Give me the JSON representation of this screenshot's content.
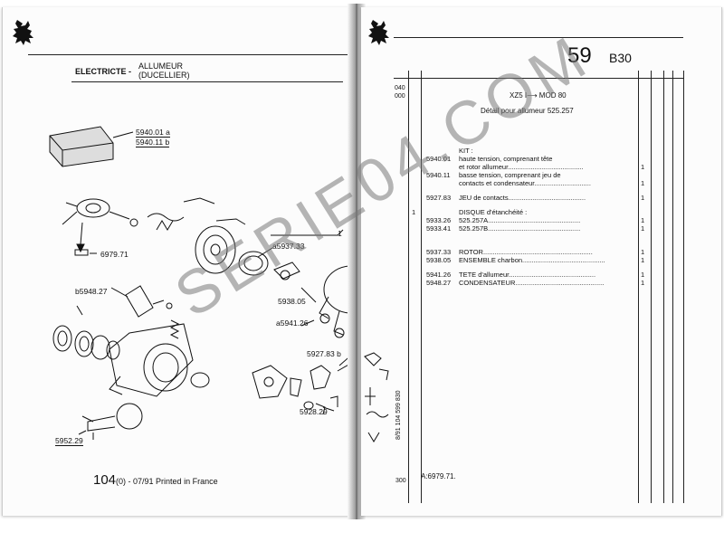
{
  "left_page": {
    "section": "ELECTRICTE -",
    "subtitle_line1": "ALLUMEUR",
    "subtitle_line2": "(DUCELLIER)",
    "callouts": {
      "c1": "5940.01 a",
      "c2": "5940.11 b",
      "c3": "a5937.33",
      "c4": "1",
      "c5": "6979.71",
      "c6": "b5948.27",
      "c7": "5938.05",
      "c8": "a5941.26",
      "c9": "5927.83 b",
      "c10": "5928.29",
      "c11": "5952.29"
    },
    "footer_page": "104",
    "footer_rest": "(0) - 07/91 Printed in France"
  },
  "right_page": {
    "page_number": "59",
    "model_code": "B30",
    "margin_top1": "040",
    "margin_top2": "000",
    "heading_line1": "XZ5 I⟶ MOD 80",
    "heading_line2": "Détail pour allumeur 525.257",
    "rows": [
      {
        "prefix": "",
        "code": "",
        "desc": "KIT :",
        "qty": ""
      },
      {
        "prefix": "",
        "code": "5940.01",
        "desc": "haute tension, comprenant tête",
        "qty": ""
      },
      {
        "prefix": "",
        "code": "",
        "desc": "et rotor allumeur........................................",
        "qty": "1"
      },
      {
        "prefix": "",
        "code": "5940.11",
        "desc": "basse tension, comprenant jeu de",
        "qty": ""
      },
      {
        "prefix": "",
        "code": "",
        "desc": "contacts et condensateur..............................",
        "qty": "1"
      },
      {
        "prefix": "",
        "code": "5927.83",
        "desc": "JEU de contacts.........................................",
        "qty": "1"
      },
      {
        "prefix": "1",
        "code": "",
        "desc": "DISQUE d'étanchéité :",
        "qty": ""
      },
      {
        "prefix": "",
        "code": "5933.26",
        "desc": "525.257A.................................................",
        "qty": "1"
      },
      {
        "prefix": "",
        "code": "5933.41",
        "desc": "525.257B.................................................",
        "qty": "1"
      },
      {
        "prefix": "",
        "code": "5937.33",
        "desc": "ROTOR..........................................................",
        "qty": "1"
      },
      {
        "prefix": "",
        "code": "5938.05",
        "desc": "ENSEMBLE charbon............................................",
        "qty": "1"
      },
      {
        "prefix": "",
        "code": "5941.26",
        "desc": "TETE d'allumeur..............................................",
        "qty": "1"
      },
      {
        "prefix": "",
        "code": "5948.27",
        "desc": "CONDENSATEUR...............................................",
        "qty": "1"
      }
    ],
    "vertical_code": "8/91  104  599 830",
    "margin_bottom": "300",
    "footer_note": "A:6979.71."
  },
  "watermark": "SERIE04.COM",
  "colors": {
    "ink": "#111111",
    "paper": "#fcfcfc",
    "watermark": "#808080"
  }
}
